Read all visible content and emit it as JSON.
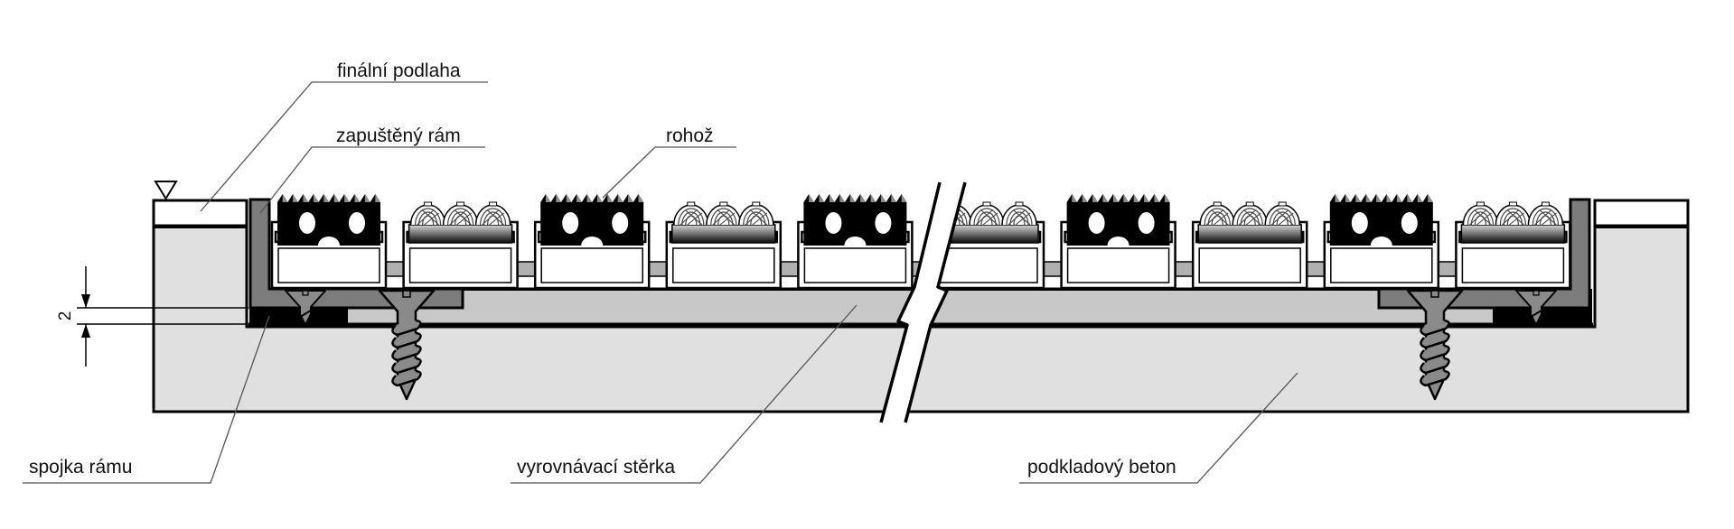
{
  "diagram": {
    "type": "cross-section",
    "labels": {
      "final_floor": "finální podlaha",
      "recessed_frame": "zapuštěný rám",
      "mat": "rohož",
      "frame_joint": "spojka rámu",
      "leveling_screed": "vyrovnávací stěrka",
      "base_concrete": "podkladový beton"
    },
    "dimension": {
      "value": "2"
    },
    "mat_sequence": [
      "rubber",
      "textile",
      "rubber",
      "textile",
      "rubber",
      "textile",
      "rubber",
      "textile",
      "rubber",
      "textile"
    ],
    "level_marker_icon": "level-triangle-icon",
    "break_symbol_icon": "break-line-icon",
    "colors": {
      "concrete": "#e0e0e0",
      "screed": "#c8c8c8",
      "frame": "#7c7c7c",
      "joint": "#000000",
      "screw": "#8a8a8a",
      "connector": "#b0b0b0",
      "outline": "#000000",
      "leader": "#555555"
    }
  }
}
